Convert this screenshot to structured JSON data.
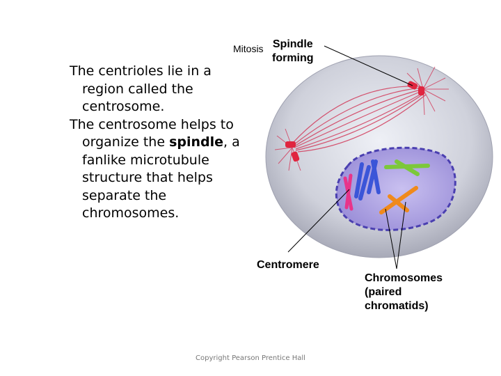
{
  "text": {
    "para1": "The centrioles lie in a region called the centrosome.",
    "para2_before": "The centrosome helps to organize the ",
    "para2_bold": "spindle",
    "para2_after": ", a fanlike microtubule structure that helps separate the chromosomes."
  },
  "labels": {
    "mitosis": "Mitosis",
    "spindle_line1": "Spindle",
    "spindle_line2": "forming",
    "centromere": "Centromere",
    "chromosomes_line1": "Chromosomes",
    "chromosomes_line2": "(paired",
    "chromosomes_line3": "chromatids)"
  },
  "copyright": "Copyright Pearson Prentice Hall",
  "colors": {
    "cell": "#c7c9d3",
    "nucleus": "#a99ee0",
    "nuclear_envelope": "#4a3fb0",
    "spindle_fibers": "#d23a5a",
    "centriole": "#e0253f",
    "chromosome_blue": "#3b55d8",
    "chromosome_green": "#7cc83a",
    "chromosome_orange": "#f08a1c",
    "chromosome_pink": "#e8348a"
  }
}
